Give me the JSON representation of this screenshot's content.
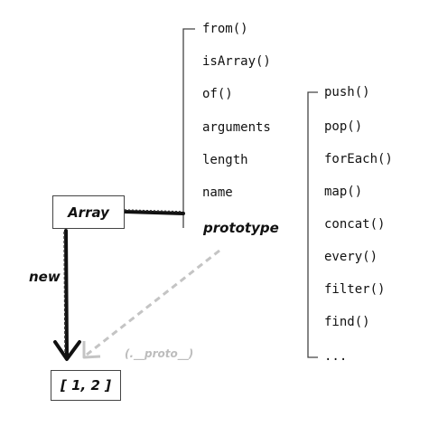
{
  "array_node": {
    "label": "Array"
  },
  "instance_node": {
    "label": "[ 1, 2 ]"
  },
  "new_label": "new",
  "proto_link_label": "(.__proto__)",
  "static_members": [
    "from()",
    "isArray()",
    "of()",
    "arguments",
    "length",
    "name"
  ],
  "prototype_label": "prototype",
  "prototype_methods": [
    "push()",
    "pop()",
    "forEach()",
    "map()",
    "concat()",
    "every()",
    "filter()",
    "find()",
    "..."
  ],
  "colors": {
    "ink": "#111111",
    "dashed_arrow": "#c4c4c4",
    "thin_line": "#444444"
  }
}
